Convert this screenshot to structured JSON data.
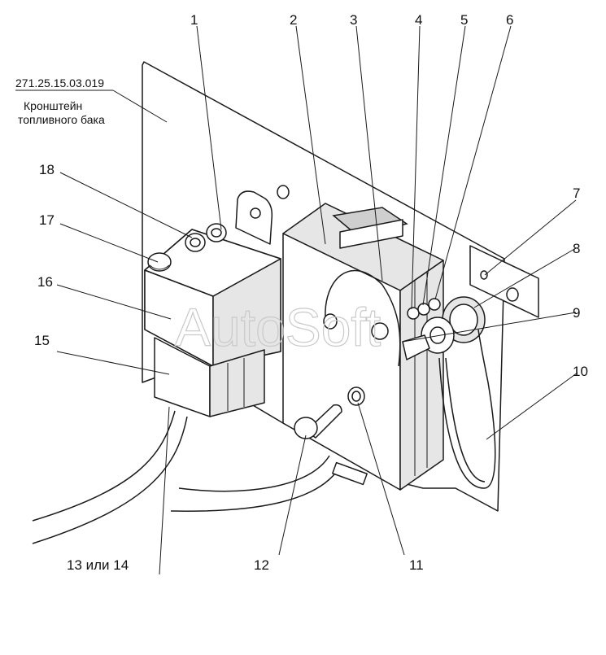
{
  "bracket": {
    "code": "271.25.15.03.019",
    "name_line1": "Кронштейн",
    "name_line2": "топливного бака"
  },
  "callouts": {
    "c1": "1",
    "c2": "2",
    "c3": "3",
    "c4": "4",
    "c5": "5",
    "c6": "6",
    "c7": "7",
    "c8": "8",
    "c9": "9",
    "c10": "10",
    "c11": "11",
    "c12": "12",
    "c13_14": "13 или 14",
    "c15": "15",
    "c16": "16",
    "c17": "17",
    "c18": "18"
  },
  "watermark": "AutoSoft"
}
